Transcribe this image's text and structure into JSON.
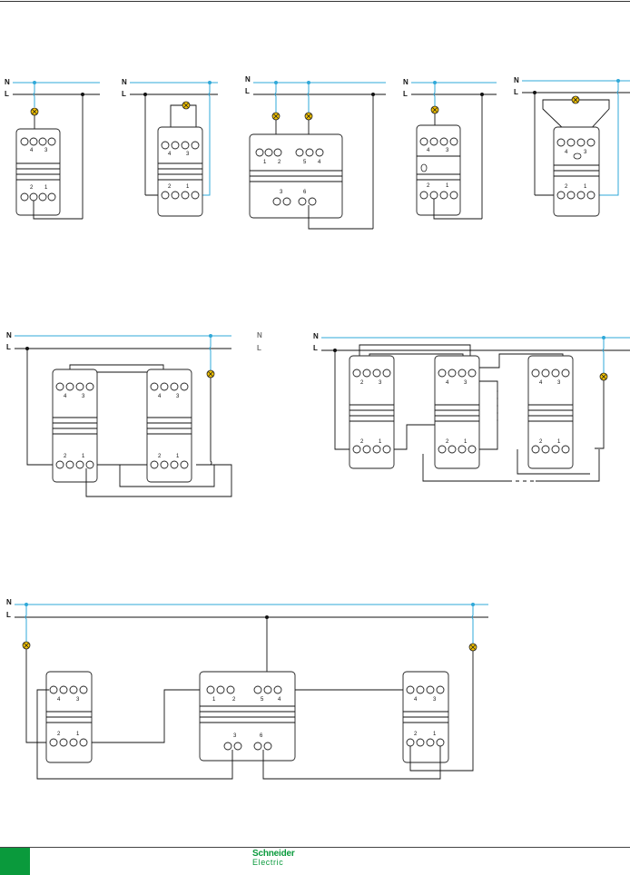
{
  "legend": {
    "neutral": "N",
    "live": "L"
  },
  "colors": {
    "neutral_wire": "#2fa8d8",
    "live_wire": "#111111",
    "lamp": "#f2c200",
    "brand_green": "#0a9a3c"
  },
  "terminals": {
    "one": "1",
    "two": "2",
    "three": "3",
    "four": "4",
    "five": "5",
    "six": "6"
  },
  "brand": {
    "name": "Schneider",
    "sub": "Electric"
  },
  "diagrams": [
    {
      "id": "single-pole-1"
    },
    {
      "id": "single-pole-2"
    },
    {
      "id": "double-lamp"
    },
    {
      "id": "indicator-switch"
    },
    {
      "id": "lamp-loop"
    },
    {
      "id": "two-way"
    },
    {
      "id": "intermediate-multi"
    },
    {
      "id": "two-way-with-intermediate"
    }
  ]
}
